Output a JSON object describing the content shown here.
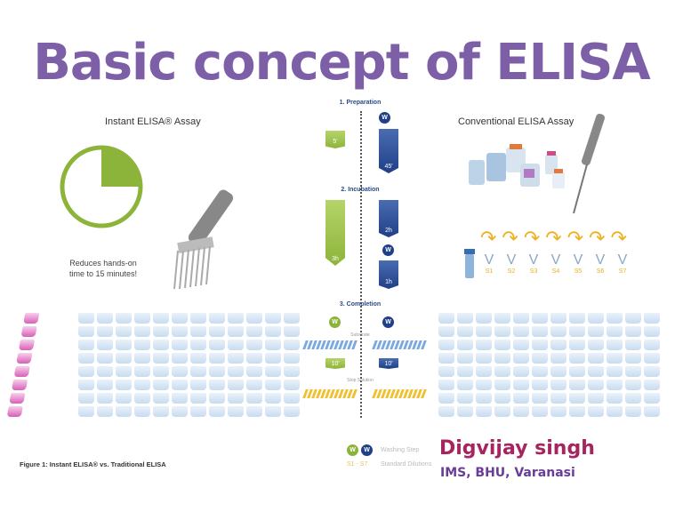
{
  "title": "Basic concept of  ELISA",
  "left": {
    "heading": "Instant ELISA® Assay",
    "caption_line1": "Reduces hands-on",
    "caption_line2": "time to 15 minutes!",
    "clock_fraction": 0.25
  },
  "right": {
    "heading": "Conventional ELISA Assay",
    "dilutions": [
      "S1",
      "S2",
      "S3",
      "S4",
      "S5",
      "S6",
      "S7"
    ]
  },
  "steps": {
    "preparation": {
      "label": "1. Preparation",
      "instant": "5'",
      "conventional": "45'",
      "wash": "W"
    },
    "incubation": {
      "label": "2. Incubation",
      "instant": "3h",
      "conventional_a": "2h",
      "conventional_b": "1h",
      "wash": "W"
    },
    "completion": {
      "label": "3. Completion",
      "wash": "W",
      "substrate": "Substrate",
      "instant_time": "10'",
      "conventional_time": "10'",
      "stop": "Stop Solution"
    }
  },
  "legend": {
    "wash_symbol": "W",
    "wash_label": "Washing Step",
    "dilution_symbol": "S1 - S7",
    "dilution_label": "Standard Dilutions"
  },
  "figure_caption": "Figure 1: Instant ELISA® vs. Traditional ELISA",
  "author": {
    "name": "Digvijay singh",
    "affiliation": "IMS, BHU, Varanasi"
  },
  "colors": {
    "title": "#7d5fa8",
    "author": "#a8245e",
    "affiliation": "#6a3c9a",
    "instant": "#8db43a",
    "conventional": "#1f3f88"
  }
}
